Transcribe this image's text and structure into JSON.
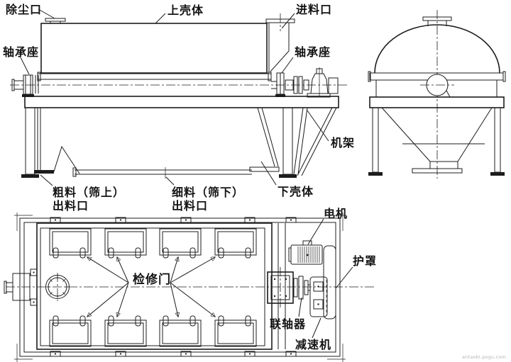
{
  "colors": {
    "line": "#1c1c1c",
    "background": "#ffffff",
    "watermark": "#b3b3b3"
  },
  "front_view": {
    "labels": {
      "dust_port": "除尘口",
      "upper_shell": "上壳体",
      "feed_inlet": "进料口",
      "bearing_seat_left": "轴承座",
      "bearing_seat_right": "轴承座",
      "frame": "机架",
      "coarse_outlet_line1": "粗料（筛上）",
      "coarse_outlet_line2": "出料口",
      "fine_outlet_line1": "细料（筛下）",
      "fine_outlet_line2": "出料口",
      "lower_shell": "下壳体"
    }
  },
  "plan_view": {
    "labels": {
      "motor": "电机",
      "guard": "护罩",
      "inspection_door": "检修门",
      "coupling": "联轴器",
      "reducer": "减速机"
    }
  },
  "watermark": "antaobi.pogu.com"
}
